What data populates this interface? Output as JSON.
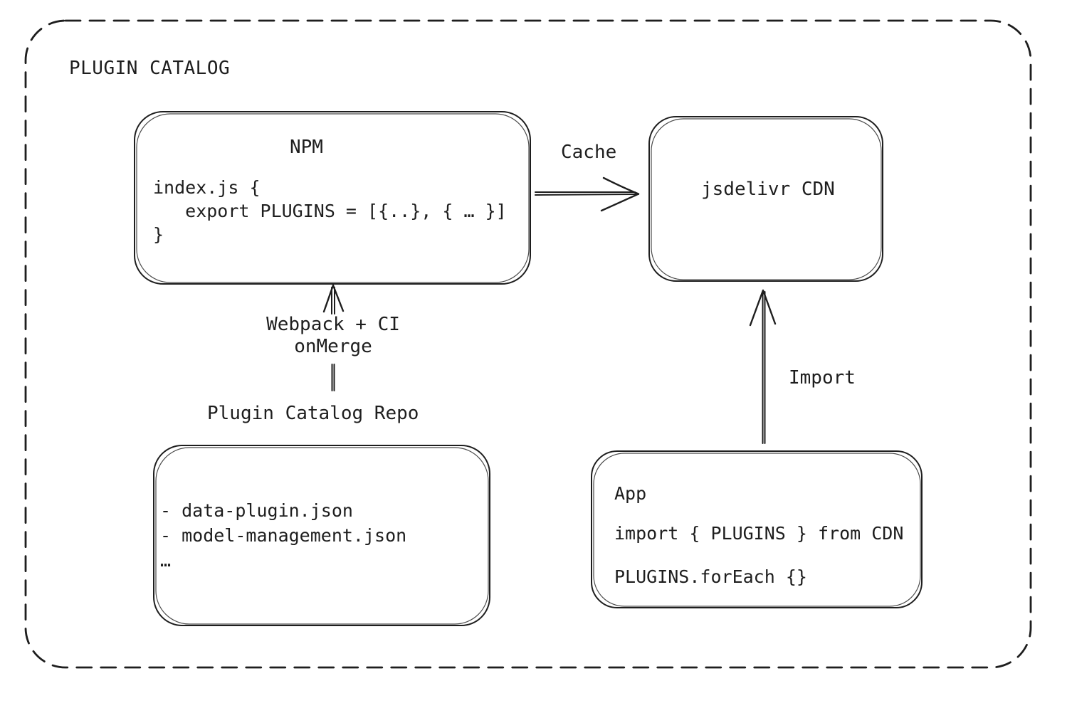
{
  "colors": {
    "ink": "#1e1e1e",
    "background": "#ffffff"
  },
  "diagram": {
    "title": "PLUGIN CATALOG",
    "npm": {
      "title": "NPM",
      "code": "index.js {\n   export PLUGINS = [{..}, { … }]\n}"
    },
    "cdn": {
      "label": "jsdelivr CDN"
    },
    "repo": {
      "title": "Plugin Catalog Repo",
      "files": "- data-plugin.json\n- model-management.json\n…"
    },
    "app": {
      "title": "App",
      "code_line1": "import { PLUGINS } from CDN",
      "code_line2": "PLUGINS.forEach {}"
    },
    "edges": {
      "cache_label": "Cache",
      "build_label": "Webpack + CI\nonMerge",
      "import_label": "Import"
    }
  }
}
